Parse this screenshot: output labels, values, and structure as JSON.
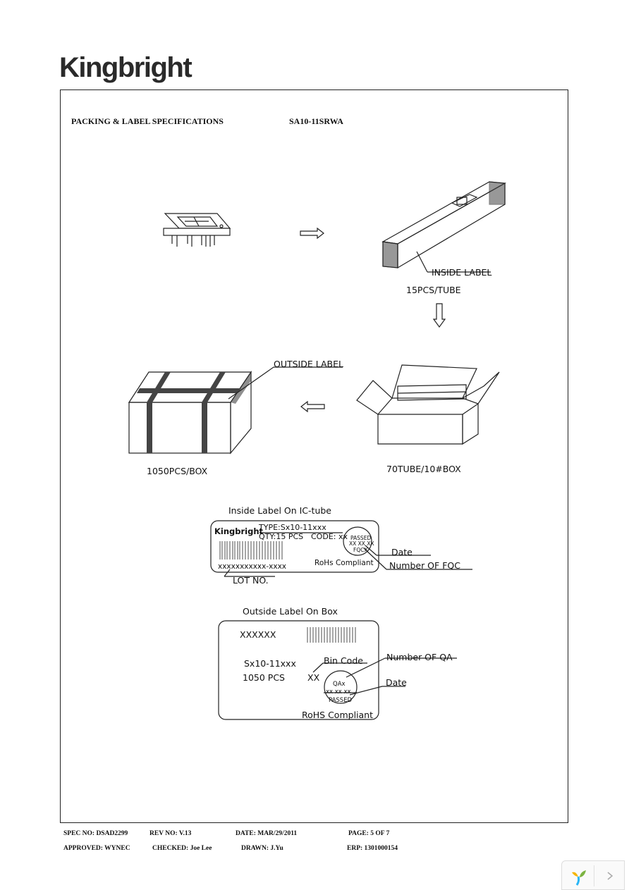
{
  "brand": "Kingbright",
  "header": {
    "title": "PACKING & LABEL SPECIFICATIONS",
    "part_number": "SA10-11SRWA"
  },
  "diagram": {
    "tube_inside_label": "INSIDE LABEL",
    "tube_quantity": "15PCS/TUBE",
    "outside_label": "OUTSIDE LABEL",
    "box_quantity": "1050PCS/BOX",
    "carton_quantity": "70TUBE/10#BOX"
  },
  "inside_label": {
    "heading": "Inside Label On IC-tube",
    "brand": "Kingbright",
    "type_line": "TYPE:Sx10-11xxx",
    "qty_line": "QTY:15 PCS",
    "code_line": "CODE: xx",
    "stamp_passed": "PASSED",
    "stamp_date": "XX XX XX",
    "stamp_fqc": "FQCX",
    "lot_value": "xxxxxxxxxxx-xxxx",
    "rohs": "RoHs Compliant",
    "callout_date": "Date",
    "callout_fqc": "Number OF FQC",
    "callout_lot": "LOT NO."
  },
  "outside_label": {
    "heading": "Outside Label On Box",
    "code": "XXXXXX",
    "type_line": "Sx10-11xxx",
    "qty_line": "1050 PCS",
    "bin_value": "XX",
    "stamp_qa": "QAx",
    "stamp_date": "xx xx xx",
    "stamp_passed": "PASSED",
    "rohs": "RoHS Compliant",
    "callout_bin": "Bin Code",
    "callout_qa": "Number OF QA",
    "callout_date": "Date"
  },
  "footer": {
    "spec_no": "SPEC NO: DSAD2299",
    "rev_no": "REV NO: V.13",
    "date": "DATE: MAR/29/2011",
    "page": "PAGE: 5 OF 7",
    "approved": "APPROVED: WYNEC",
    "checked": "CHECKED: Joe Lee",
    "drawn": "DRAWN: J.Yu",
    "erp": "ERP: 1301000154"
  },
  "icons": {
    "viewer_logo": "leaf-logo-icon",
    "next_page": "chevron-right-icon"
  }
}
